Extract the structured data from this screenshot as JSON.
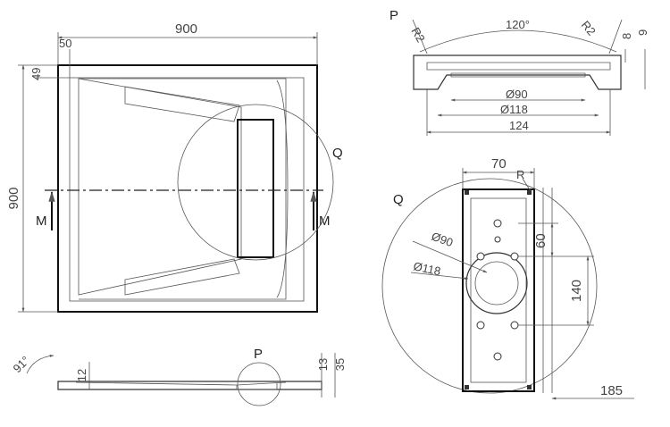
{
  "plan": {
    "width_dim": "900",
    "height_dim": "900",
    "offset_top_dim": "50",
    "offset_side_dim": "49",
    "section_label_left": "M",
    "section_label_right": "M",
    "detail_label": "Q"
  },
  "section_m": {
    "angle_dim": "91°",
    "thickness_dim": "12",
    "edge_dim_a": "13",
    "edge_dim_b": "35",
    "detail_label": "P"
  },
  "detail_p": {
    "label": "P",
    "radius_left": "R2",
    "radius_right": "R2",
    "angle": "120°",
    "dim_top": "8",
    "dim_side": "9",
    "dia_inner": "Ø90",
    "dia_outer": "Ø118",
    "width": "124"
  },
  "detail_q": {
    "label": "Q",
    "width_dim": "70",
    "radius": "R",
    "dia_inner": "Ø90",
    "dia_outer": "Ø118",
    "dim_60": "60",
    "dim_140": "140",
    "dim_185": "185"
  },
  "colors": {
    "line": "#333333",
    "stone": "#d9d9d9",
    "background": "#ffffff"
  }
}
